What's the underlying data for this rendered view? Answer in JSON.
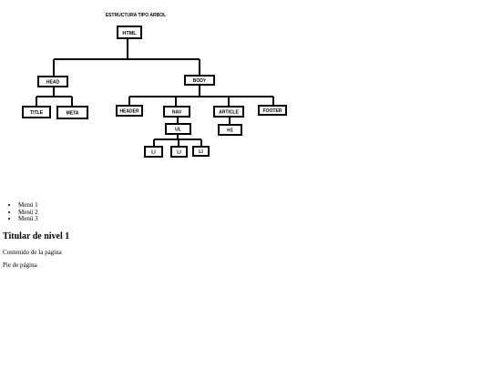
{
  "diagram": {
    "title": "ESTRUCTURA TIPO ARBOL",
    "nodes": {
      "html": "HTML",
      "head": "HEAD",
      "body": "BODY",
      "title": "TITLE",
      "meta": "META",
      "header": "HEADER",
      "nav": "NAV",
      "article": "ARTICLE",
      "footer": "FOOTER",
      "ul": "UL",
      "li1": "LI",
      "li2": "LI",
      "li3": "LI",
      "h1": "H1"
    }
  },
  "menu": {
    "items": [
      "Menú 1",
      "Menú 2",
      "Menú 3"
    ]
  },
  "heading": "Titular de nivel 1",
  "content": "Contenido de la página",
  "footer": "Pie de página"
}
